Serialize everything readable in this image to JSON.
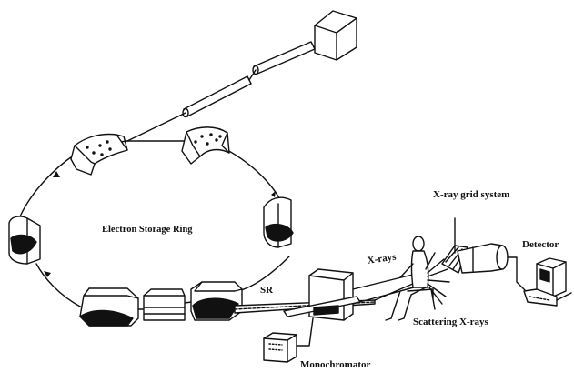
{
  "labels": {
    "electron_storage_ring": "Electron Storage Ring",
    "sr": "SR",
    "x_rays": "X-rays",
    "x_ray_grid_system": "X-ray grid system",
    "detector": "Detector",
    "scattering_x_rays": "Scattering X-rays",
    "monochromator": "Monochromator"
  }
}
